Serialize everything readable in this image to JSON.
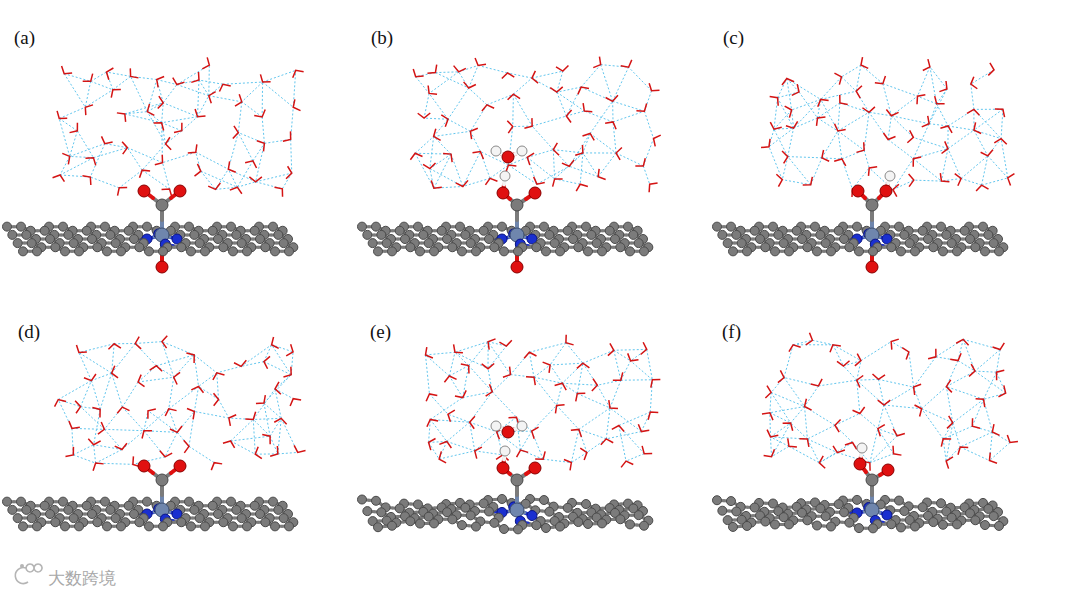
{
  "diagram": {
    "labels": [
      "(a)",
      "(b)",
      "(c)",
      "(d)",
      "(e)",
      "(f)",
      "大数跨境"
    ]
  }
}
